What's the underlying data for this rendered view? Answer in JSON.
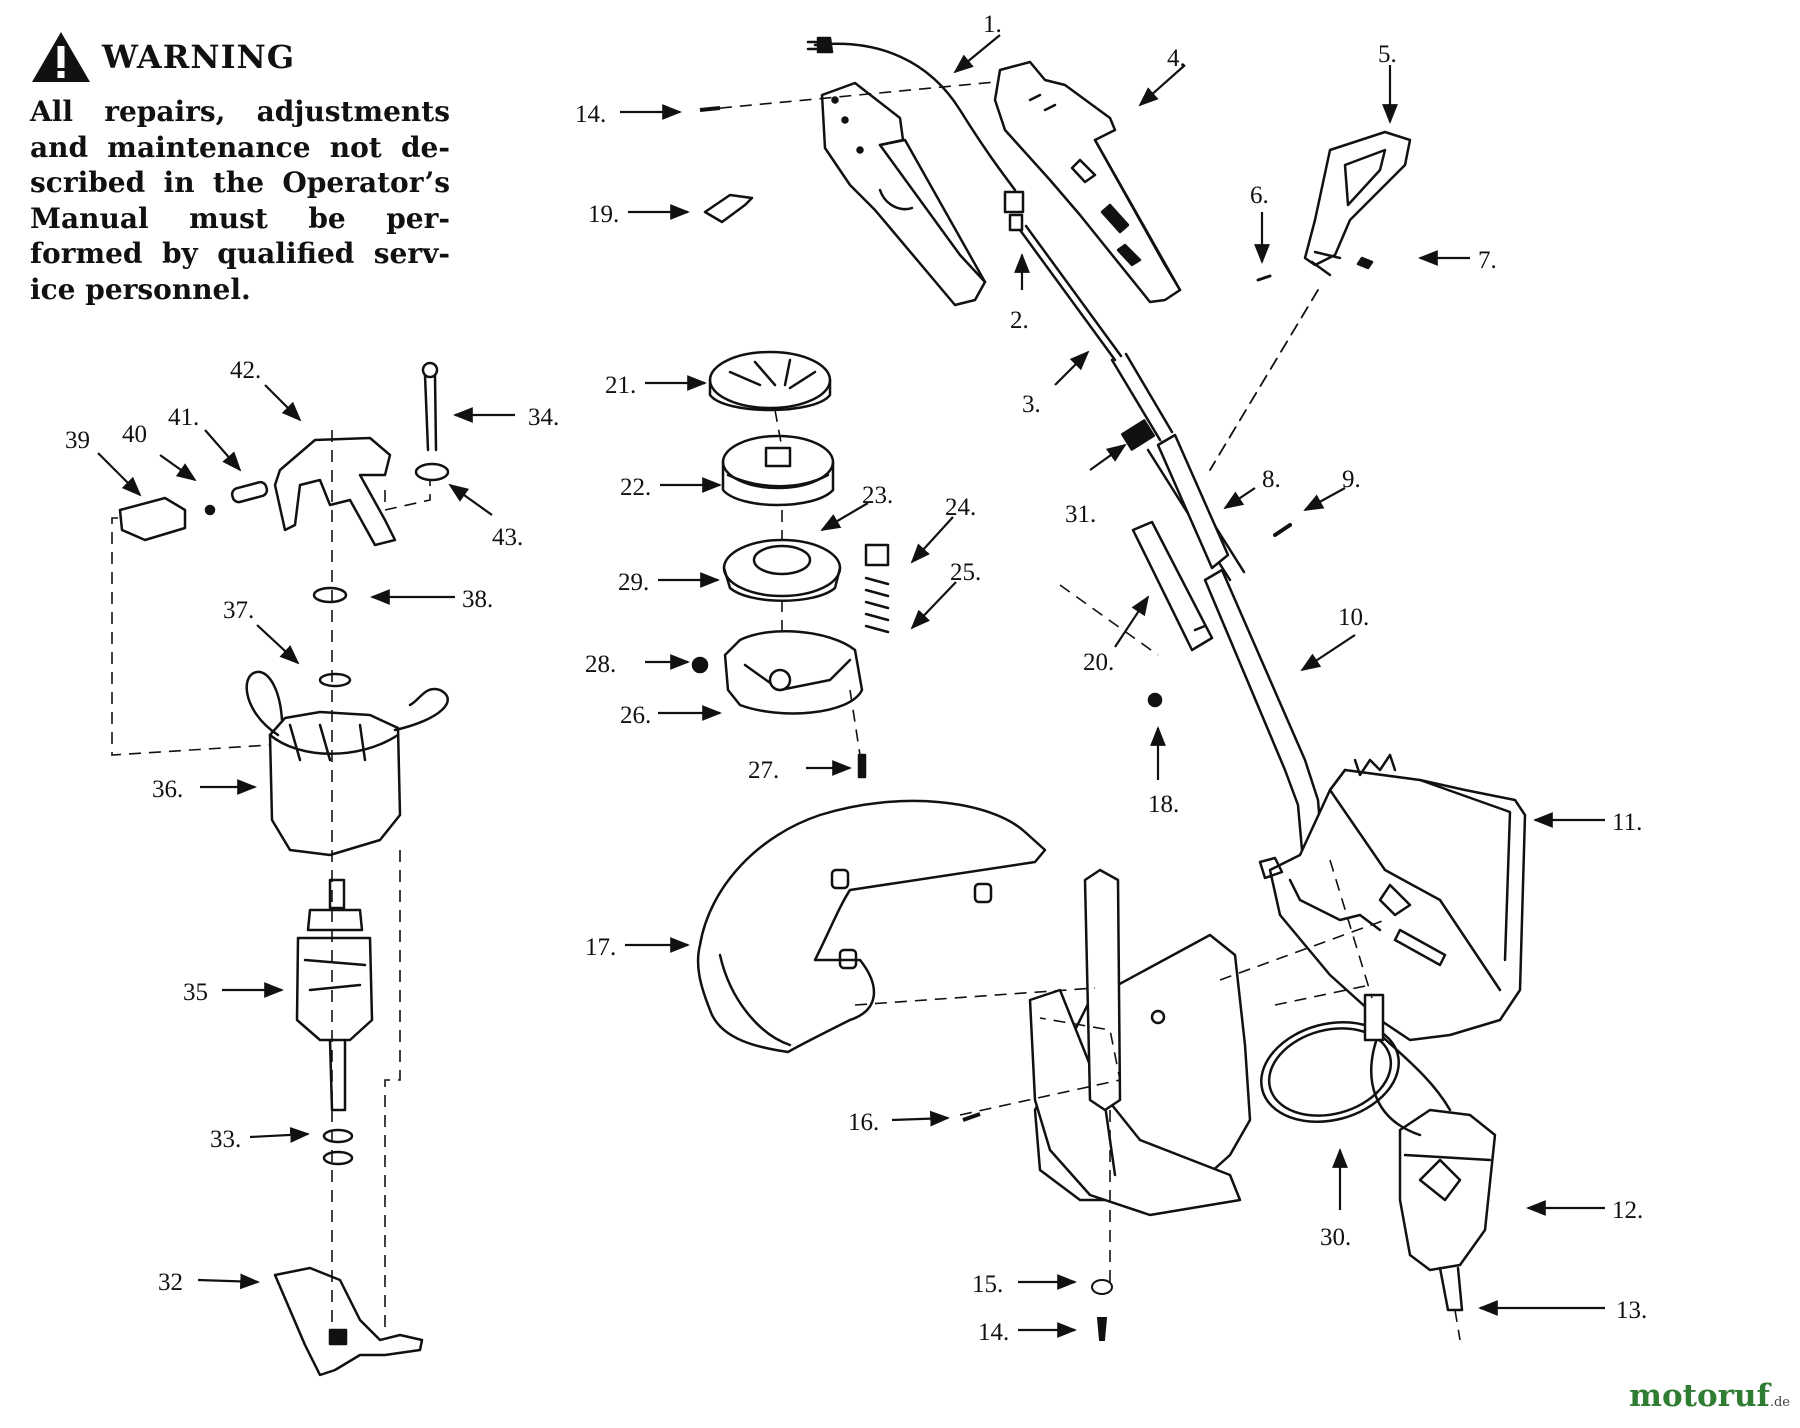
{
  "warning": {
    "title": "WARNING",
    "lines": [
      "All repairs, adjustments",
      "and maintenance not de-",
      "scribed in the Operator’s",
      "Manual must be per-",
      "formed by qualified serv-",
      "ice personnel."
    ]
  },
  "labels": [
    "1.",
    "2.",
    "3.",
    "4.",
    "5.",
    "6.",
    "7.",
    "8.",
    "9.",
    "10.",
    "11.",
    "12.",
    "13.",
    "14.",
    "14.",
    "15.",
    "16.",
    "17.",
    "18.",
    "19.",
    "20.",
    "21.",
    "22.",
    "23.",
    "24.",
    "25.",
    "26.",
    "27.",
    "28.",
    "29.",
    "30.",
    "31.",
    "32",
    "33.",
    "34.",
    "35",
    "36.",
    "37.",
    "38.",
    "39",
    "40",
    "41.",
    "42.",
    "43."
  ],
  "watermark": {
    "main": "motoruf",
    "suffix": ".de",
    "main_color": "#2e7d32",
    "suffix_color": "#444444"
  },
  "colors": {
    "ink": "#111111",
    "paper": "#ffffff"
  }
}
